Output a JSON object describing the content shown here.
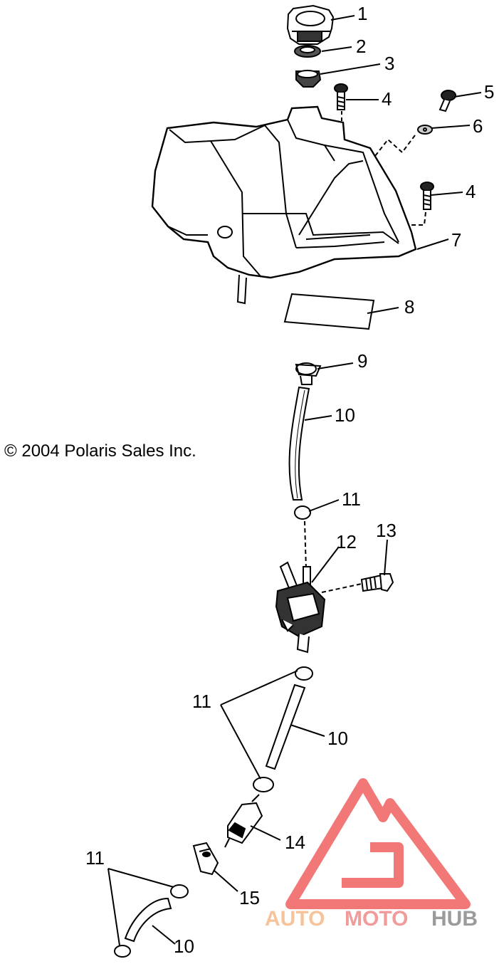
{
  "copyright": "© 2004 Polaris Sales Inc.",
  "callouts": [
    "1",
    "2",
    "3",
    "4",
    "5",
    "6",
    "4",
    "7",
    "8",
    "9",
    "10",
    "11",
    "12",
    "13",
    "11",
    "10",
    "14",
    "15",
    "11",
    "10"
  ],
  "logo": {
    "part1": "AUTO",
    "part2": "MOTO",
    "part3": "HUB",
    "colors": {
      "auto": "#f5b98a",
      "moto": "#f08a8a",
      "hub": "#8a8a8a",
      "mark": "#f06060"
    }
  }
}
